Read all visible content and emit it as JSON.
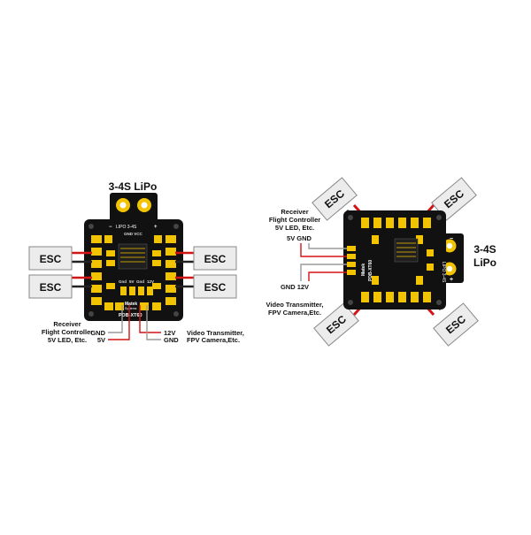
{
  "left_board": {
    "title": "3-4S LiPo",
    "pad_label": "LIPO 3-4S",
    "plus_sign": "+",
    "minus_sign": "−",
    "esc_label": "ESC",
    "gnd_vcc_silk": "GND  VCC",
    "pin_silk": [
      "Gnd",
      "5V",
      "Gnd",
      "12V"
    ],
    "brand": "Matek",
    "brand_sub": "Systems",
    "model": "PDB-XT60",
    "callout_left": [
      "Receiver",
      "Flight Controller",
      "5V LED, Etc."
    ],
    "callout_left_gnd": "GND",
    "callout_left_5v": "5V",
    "callout_right_12v": "12V",
    "callout_right_gnd": "GND",
    "callout_right": [
      "Video Transmitter,",
      "FPV Camera,Etc."
    ]
  },
  "right_board": {
    "title_line1": "3-4S",
    "title_line2": "LiPo",
    "pad_label": "LIPO 3-4S",
    "plus_sign": "+",
    "minus_sign": "−",
    "esc_label": "ESC",
    "brand": "Matek",
    "model": "PDB-XT60",
    "callout_top": [
      "Receiver",
      "Flight Controller",
      "5V LED, Etc."
    ],
    "callout_top_pins": "5V GND",
    "callout_bottom_pins": "GND 12V",
    "callout_bottom": [
      "Video Transmitter,",
      "FPV Camera,Etc."
    ]
  },
  "colors": {
    "pcb": "#111111",
    "pad": "#f2c300",
    "esc_fill": "#ececec",
    "wire_red": "#d41414",
    "wire_black": "#222222",
    "wire_gray": "#9a9a9a"
  }
}
